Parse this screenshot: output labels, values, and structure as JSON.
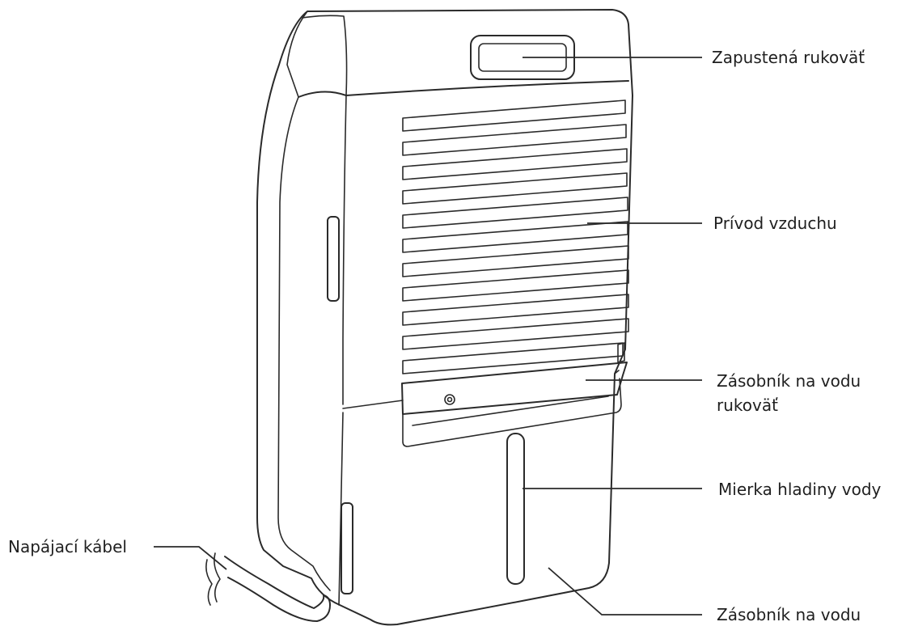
{
  "labels": {
    "recessed_handle": "Zapustená rukoväť",
    "air_intake": "Prívod vzduchu",
    "tank_handle_line1": "Zásobník na vodu",
    "tank_handle_line2": "rukoväť",
    "water_gauge": "Mierka hladiny vody",
    "water_tank": "Zásobník na vodu",
    "power_cable": "Napájací kábel"
  }
}
